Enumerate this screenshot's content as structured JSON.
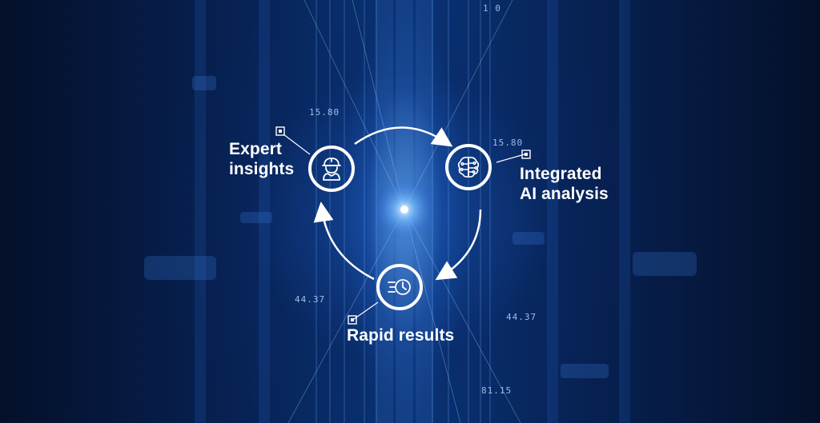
{
  "diagram": {
    "nodes": [
      {
        "id": "expert",
        "label_line1": "Expert",
        "label_line2": "insights",
        "icon": "engineer-helmet-icon"
      },
      {
        "id": "ai",
        "label_line1": "Integrated",
        "label_line2": "AI analysis",
        "icon": "ai-brain-circuit-icon"
      },
      {
        "id": "rapid",
        "label_line1": "Rapid results",
        "icon": "fast-clock-icon"
      }
    ],
    "cycle_arrows": [
      "expert-to-ai",
      "ai-to-rapid",
      "rapid-to-expert"
    ],
    "background_numbers": [
      "15.80",
      "15.80",
      "44.37",
      "44.37",
      "81.15",
      "1 0"
    ]
  },
  "colors": {
    "background": "#06173a",
    "accent": "#4aa3ff",
    "line": "#ffffff"
  }
}
